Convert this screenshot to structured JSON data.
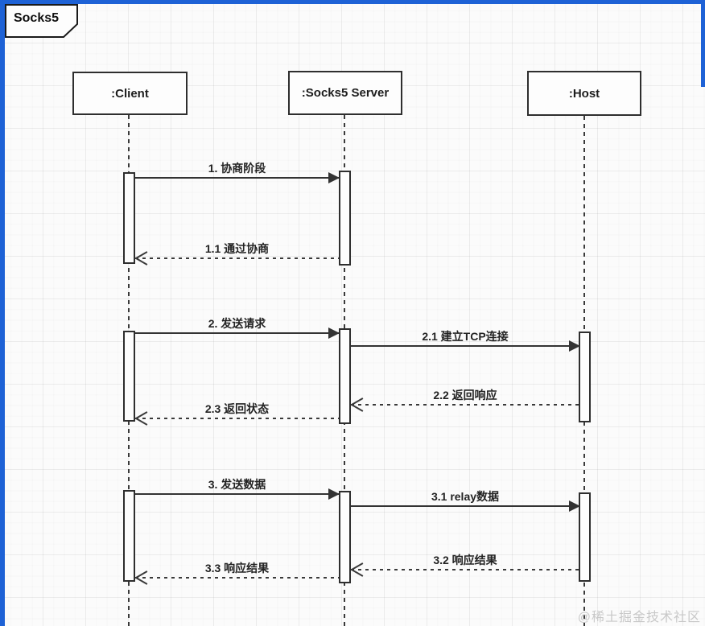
{
  "frame": {
    "label": "Socks5"
  },
  "actors": [
    {
      "id": "client",
      "label": ":Client"
    },
    {
      "id": "server",
      "label": ":Socks5 Server"
    },
    {
      "id": "host",
      "label": ":Host"
    }
  ],
  "messages": [
    {
      "id": "1",
      "label": "1. 协商阶段",
      "from": "client",
      "to": "server",
      "style": "solid"
    },
    {
      "id": "1.1",
      "label": "1.1 通过协商",
      "from": "server",
      "to": "client",
      "style": "dashed"
    },
    {
      "id": "2",
      "label": "2. 发送请求",
      "from": "client",
      "to": "server",
      "style": "solid"
    },
    {
      "id": "2.1",
      "label": "2.1 建立TCP连接",
      "from": "server",
      "to": "host",
      "style": "solid"
    },
    {
      "id": "2.2",
      "label": "2.2 返回响应",
      "from": "host",
      "to": "server",
      "style": "dashed"
    },
    {
      "id": "2.3",
      "label": "2.3 返回状态",
      "from": "server",
      "to": "client",
      "style": "dashed"
    },
    {
      "id": "3",
      "label": "3. 发送数据",
      "from": "client",
      "to": "server",
      "style": "solid"
    },
    {
      "id": "3.1",
      "label": "3.1 relay数据",
      "from": "server",
      "to": "host",
      "style": "solid"
    },
    {
      "id": "3.2",
      "label": "3.2 响应结果",
      "from": "host",
      "to": "server",
      "style": "dashed"
    },
    {
      "id": "3.3",
      "label": "3.3 响应结果",
      "from": "server",
      "to": "client",
      "style": "dashed"
    }
  ],
  "watermark": "@稀土掘金技术社区",
  "colors": {
    "accent_border": "#1e62d6",
    "line": "#333333",
    "watermark": "#c8c8c8"
  }
}
